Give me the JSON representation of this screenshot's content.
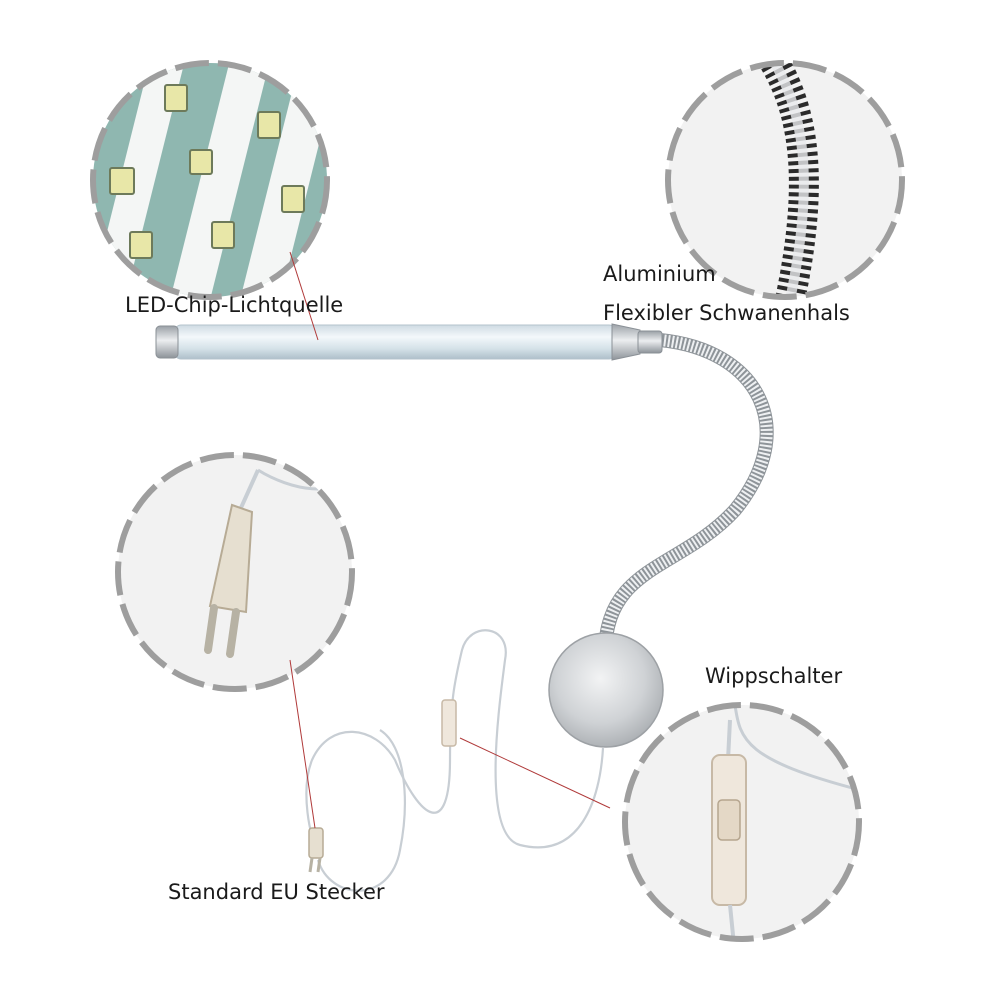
{
  "labels": {
    "led_chip": "LED-Chip-Lichtquelle",
    "gooseneck_line1": "Aluminium",
    "gooseneck_line2": "Flexibler Schwanenhals",
    "rocker_switch": "Wippschalter",
    "eu_plug": "Standard EU Stecker"
  },
  "colors": {
    "background": "#ffffff",
    "callout_ring": "#9e9e9e",
    "callout_fill": "#f2f2f2",
    "pointer_line": "#b03a3a",
    "led_board": "#8fb7b0",
    "led_chip": "#e8e7a8",
    "metal": "#c9ccd0",
    "tube": "#dfe9ef",
    "cable": "#c8ced4"
  },
  "icons": {
    "lamp_tube": "led-tube-icon",
    "gooseneck": "gooseneck-icon",
    "base": "round-base-icon",
    "plug": "eu-plug-icon",
    "switch": "inline-switch-icon"
  }
}
